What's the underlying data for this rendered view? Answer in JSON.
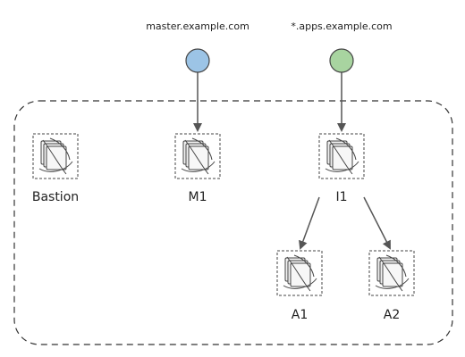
{
  "endpoints": [
    {
      "id": "master",
      "label": "master.example.com",
      "color": "#9cc4e6"
    },
    {
      "id": "apps",
      "label": "*.apps.example.com",
      "color": "#a8d4a0"
    }
  ],
  "nodes": [
    {
      "id": "bastion",
      "label": "Bastion"
    },
    {
      "id": "m1",
      "label": "M1"
    },
    {
      "id": "i1",
      "label": "I1"
    },
    {
      "id": "a1",
      "label": "A1"
    },
    {
      "id": "a2",
      "label": "A2"
    }
  ],
  "edges": [
    {
      "from": "master",
      "to": "m1"
    },
    {
      "from": "apps",
      "to": "i1"
    },
    {
      "from": "i1",
      "to": "a1"
    },
    {
      "from": "i1",
      "to": "a2"
    }
  ],
  "colors": {
    "stroke": "#555555",
    "boundary": "#333333",
    "icon_stroke": "#444444",
    "icon_fill": "#f2f2f2",
    "text": "#222222"
  }
}
